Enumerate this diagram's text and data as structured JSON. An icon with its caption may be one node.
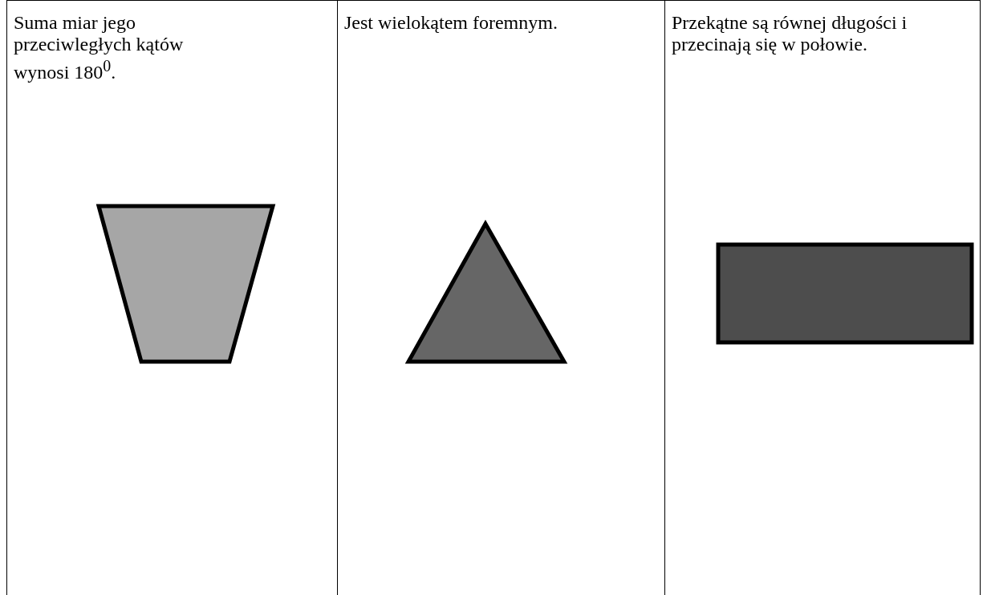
{
  "diagram": {
    "nodes": [
      {
        "text": [],
        "shape": "trapezoid"
      },
      {
        "text": [],
        "shape": "triangle"
      },
      {
        "text": [],
        "shape": "rectangle"
      }
    ],
    "labels": [
      "Suma miar jego przeciwległych kątów wynosi 180$^{0}$.",
      "Jest wielokątem foremnym.",
      "Przekątne są równej długości i przecinają się w połowie."
    ]
  }
}
